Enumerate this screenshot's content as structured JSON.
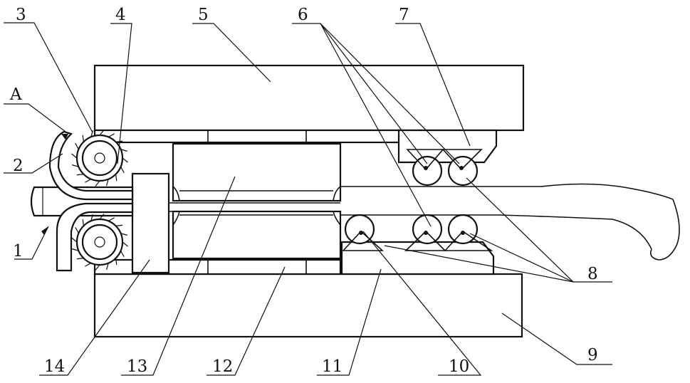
{
  "labels": {
    "l1": "1",
    "l2": "2",
    "l3": "3",
    "l4": "4",
    "l5": "5",
    "l6": "6",
    "l7": "7",
    "l8": "8",
    "l9": "9",
    "l10": "10",
    "l11": "11",
    "l12": "12",
    "l13": "13",
    "l14": "14",
    "lA": "A"
  }
}
